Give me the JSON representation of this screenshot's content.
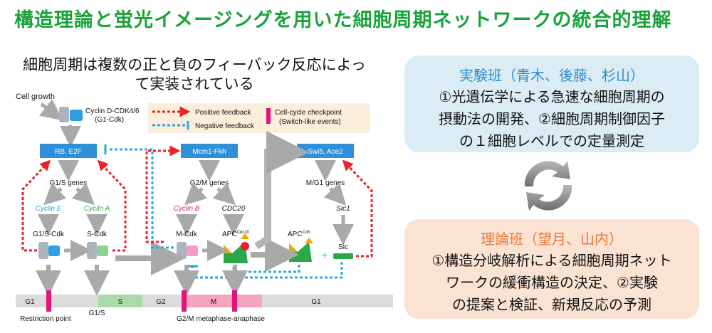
{
  "title": "構造理論と蛍光イメージングを用いた細胞周期ネットワークの統合的理解",
  "subtitle": [
    "細胞周期は複数の正と負のフィーバック反応によっ",
    "て実装されている"
  ],
  "diagram": {
    "cell_growth": "Cell growth",
    "cyclin_d": [
      "Cyclin D-CDK4/6",
      "(G1-Cdk)"
    ],
    "legend": {
      "positive": "Positive feedback",
      "negative": "Negative feedback",
      "checkpoint": [
        "Cell-cycle checkpoint",
        "(Switch-like events)"
      ]
    },
    "boxes": [
      "RB, E2F",
      "Mcm1-Fkh",
      "Swi5, Ace2"
    ],
    "genes": [
      "G1/S genes",
      "G2/M genes",
      "M/G1 genes"
    ],
    "cyclin_e": "Cyclin E",
    "cyclin_a": "Cyclin A",
    "cyclin_b": "Cyclin B",
    "cdc20": "CDC20",
    "sic1": "Sic1",
    "g1s_cdk": "G1/S-Cdk",
    "s_cdk": "S-Cdk",
    "m_cdk": "M-Cdk",
    "apc": "APC",
    "apc_cdc20_sup": "Cdc20",
    "apc_cdh_sup": "Cdh",
    "sic": "Sic",
    "phases": [
      "G1",
      "S",
      "G2",
      "M",
      "G1"
    ],
    "bottom_labels": [
      "Restriction point",
      "G1/S",
      "G2/M metaphase-anaphase"
    ],
    "colors": {
      "positive": "#e8232a",
      "negative": "#29a8e0",
      "checkpoint": "#e0157a",
      "box": "#2f8fd8",
      "apc": "#2aa84a"
    }
  },
  "experiment_team": {
    "heading": "実験班（青木、後藤、杉山）",
    "lines": [
      "①光遺伝学による急速な細胞周期の",
      "摂動法の開発、②細胞周期制御因子",
      "の１細胞レベルでの定量測定"
    ]
  },
  "theory_team": {
    "heading": "理論班（望月、山内）",
    "lines": [
      "①構造分岐解析による細胞周期ネット",
      "ワークの緩衝構造の決定、②実験",
      "の提案と検証、新規反応の予測"
    ]
  },
  "cycle_icon": "refresh-cycle-icon"
}
